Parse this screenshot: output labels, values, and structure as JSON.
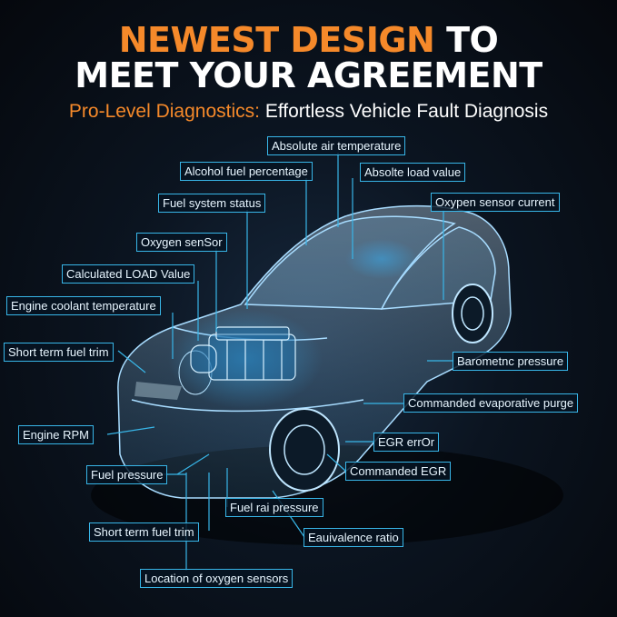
{
  "headline": {
    "line1_accent": "NEWEST DESIGN",
    "line1_rest": " TO",
    "line2": "MEET YOUR AGREEMENT"
  },
  "subtitle": {
    "accent": "Pro-Level Diagnostics:",
    "rest": " Effortless Vehicle Fault Diagnosis"
  },
  "labels": {
    "absolute_air_temp": "Absolute air temperature",
    "alcohol_fuel": "Alcohol fuel percentage",
    "absolute_load": "Absolte load value",
    "fuel_system_status": "Fuel system status",
    "oxygen_sensor_current": "Oxypen sensor current",
    "oxygen_sensor": "Oxygen senSor",
    "calculated_load": "Calculated LOAD Value",
    "engine_coolant": "Engine coolant temperature",
    "short_term_trim_1": "Short term fuel trim",
    "barometric": "Barometnc pressure",
    "evap_purge": "Commanded evaporative purge",
    "engine_rpm": "Engine RPM",
    "egr_error": "EGR errOr",
    "fuel_pressure": "Fuel pressure",
    "commanded_egr": "Commanded EGR",
    "fuel_rail": "Fuel rai pressure",
    "short_term_trim_2": "Short term fuel trim",
    "equivalence": "Eauivalence ratio",
    "oxygen_locations": "Location of oxygen sensors"
  },
  "colors": {
    "accent": "#f5892a",
    "callout_line": "#38b6e8",
    "background": "#0b1420",
    "car_wireframe": "#7fd0ff"
  }
}
